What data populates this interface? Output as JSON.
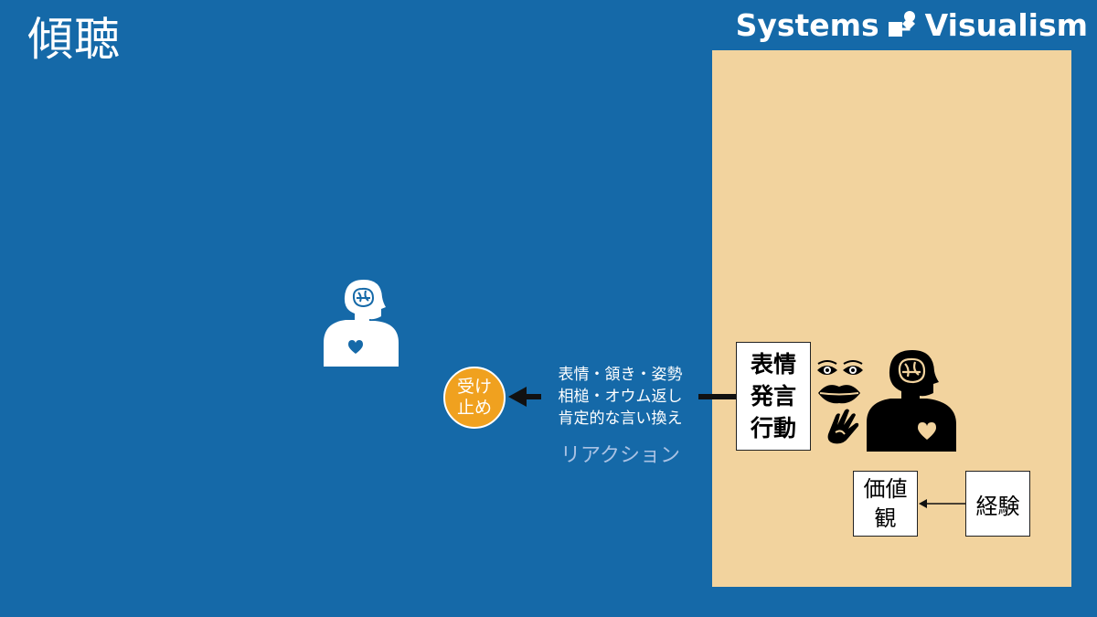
{
  "title": "傾聴",
  "brand": {
    "left": "Systems",
    "right": "Visualism"
  },
  "reaction": {
    "accept_lines": [
      "受け",
      "止め"
    ],
    "items": [
      "表情・頷き・姿勢",
      "相槌・オウム返し",
      "肯定的な言い換え"
    ],
    "caption": "リアクション"
  },
  "expression_box": {
    "lines": [
      "表情",
      "発言",
      "行動"
    ]
  },
  "values_box": {
    "lines": [
      "価値",
      "観"
    ]
  },
  "experience_box": {
    "label": "経験"
  },
  "colors": {
    "background": "#1569a8",
    "panel": "#f2d39e",
    "accept_circle": "#f0a11f",
    "caption": "#a9c2e4"
  },
  "icons": [
    "brand-logo-icon",
    "listener-person-icon",
    "speaker-person-icon",
    "eyes-icon",
    "lips-icon",
    "hand-gesture-icon",
    "brain-icon",
    "heart-icon"
  ]
}
